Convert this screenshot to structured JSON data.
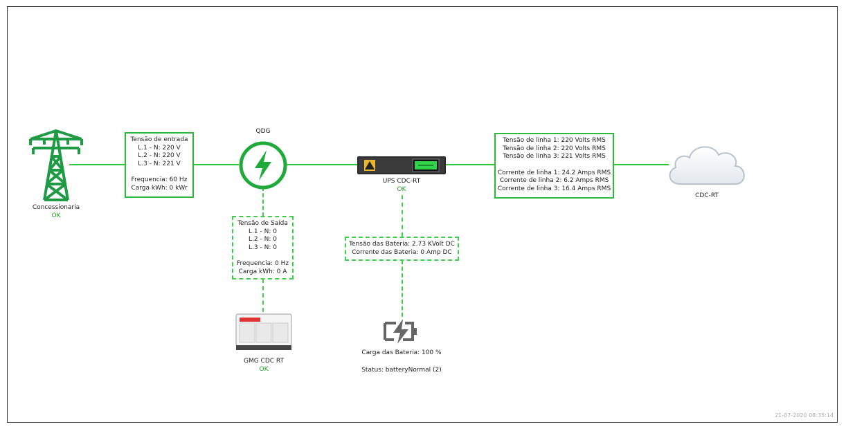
{
  "concessionaria": {
    "label": "Concessionaria",
    "status": "OK"
  },
  "entrada": {
    "title": "Tensão de entrada",
    "l1": "L.1 - N: 220 V",
    "l2": "L.2 - N: 220 V",
    "l3": "L.3 - N: 221 V",
    "freq": "Frequencia: 60 Hz",
    "carga": "Carga kWh: 0 kWr"
  },
  "qdg": {
    "label": "QDG"
  },
  "saida": {
    "title": "Tensão de Saída",
    "l1": "L.1 - N: 0",
    "l2": "L.2 - N: 0",
    "l3": "L.3 - N: 0",
    "freq": "Frequencia: 0 Hz",
    "carga": "Carga kWh: 0 A"
  },
  "gmg": {
    "label": "GMG CDC RT",
    "status": "OK"
  },
  "ups": {
    "label": "UPS CDC-RT",
    "status": "OK"
  },
  "bateria_info": {
    "tensao": "Tensão das Bateria: 2.73 KVolt DC",
    "corrente": "Corrente das Bateria: 0 Amp DC"
  },
  "bateria": {
    "carga": "Carga das Bateria: 100 %",
    "status": "Status: batteryNormal (2)"
  },
  "linha": {
    "t1": "Tensão de linha 1: 220 Volts RMS",
    "t2": "Tensão de linha 2: 220 Volts RMS",
    "t3": "Tensão de linha 3: 221 Volts RMS",
    "c1": "Corrente de linha 1: 24.2 Amps RMS",
    "c2": "Corrente de linha 2: 6.2 Amps RMS",
    "c3": "Corrente de linha 3: 16.4 Amps RMS"
  },
  "cloud": {
    "label": "CDC-RT"
  },
  "timestamp": "21-07-2020 08:35:14",
  "colors": {
    "accent": "#2eb83a",
    "ok": "#19a319"
  },
  "icons": [
    "transmission-tower-icon",
    "lightning-icon",
    "ups-icon",
    "generator-icon",
    "battery-charging-icon",
    "cloud-icon"
  ]
}
